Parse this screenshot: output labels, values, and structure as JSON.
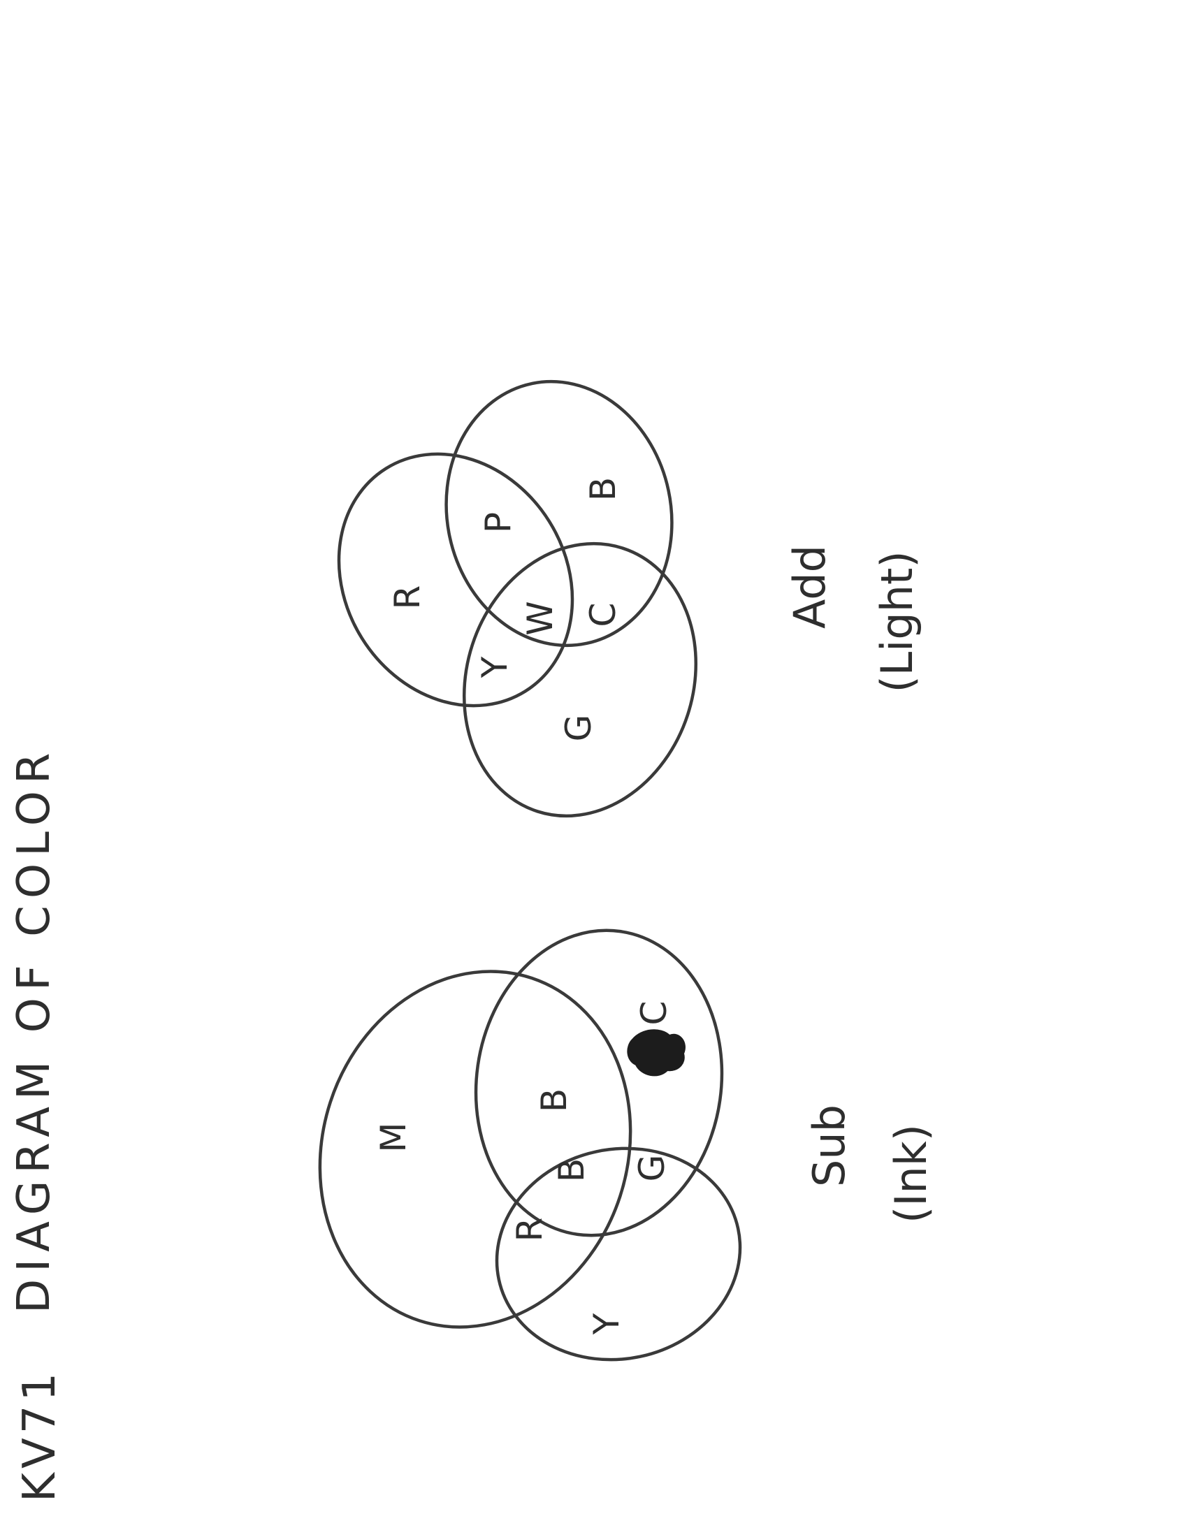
{
  "page": {
    "code": "KV71",
    "title": "DIAGRAM OF COLOR"
  },
  "ink_color": "#3a3a3a",
  "diagrams": {
    "subtractive": {
      "caption": "Sub",
      "subcaption": "(Ink)",
      "labels": {
        "magenta": "M",
        "cyan": "C",
        "yellow": "Y",
        "blue": "B",
        "red": "R",
        "green": "G",
        "center_black": "B"
      },
      "center_fill": "black"
    },
    "additive": {
      "caption": "Add",
      "subcaption": "(Light)",
      "labels": {
        "red": "R",
        "blue": "B",
        "green": "G",
        "purple": "P",
        "yellow": "Y",
        "cyan": "C",
        "white": "W"
      }
    }
  }
}
